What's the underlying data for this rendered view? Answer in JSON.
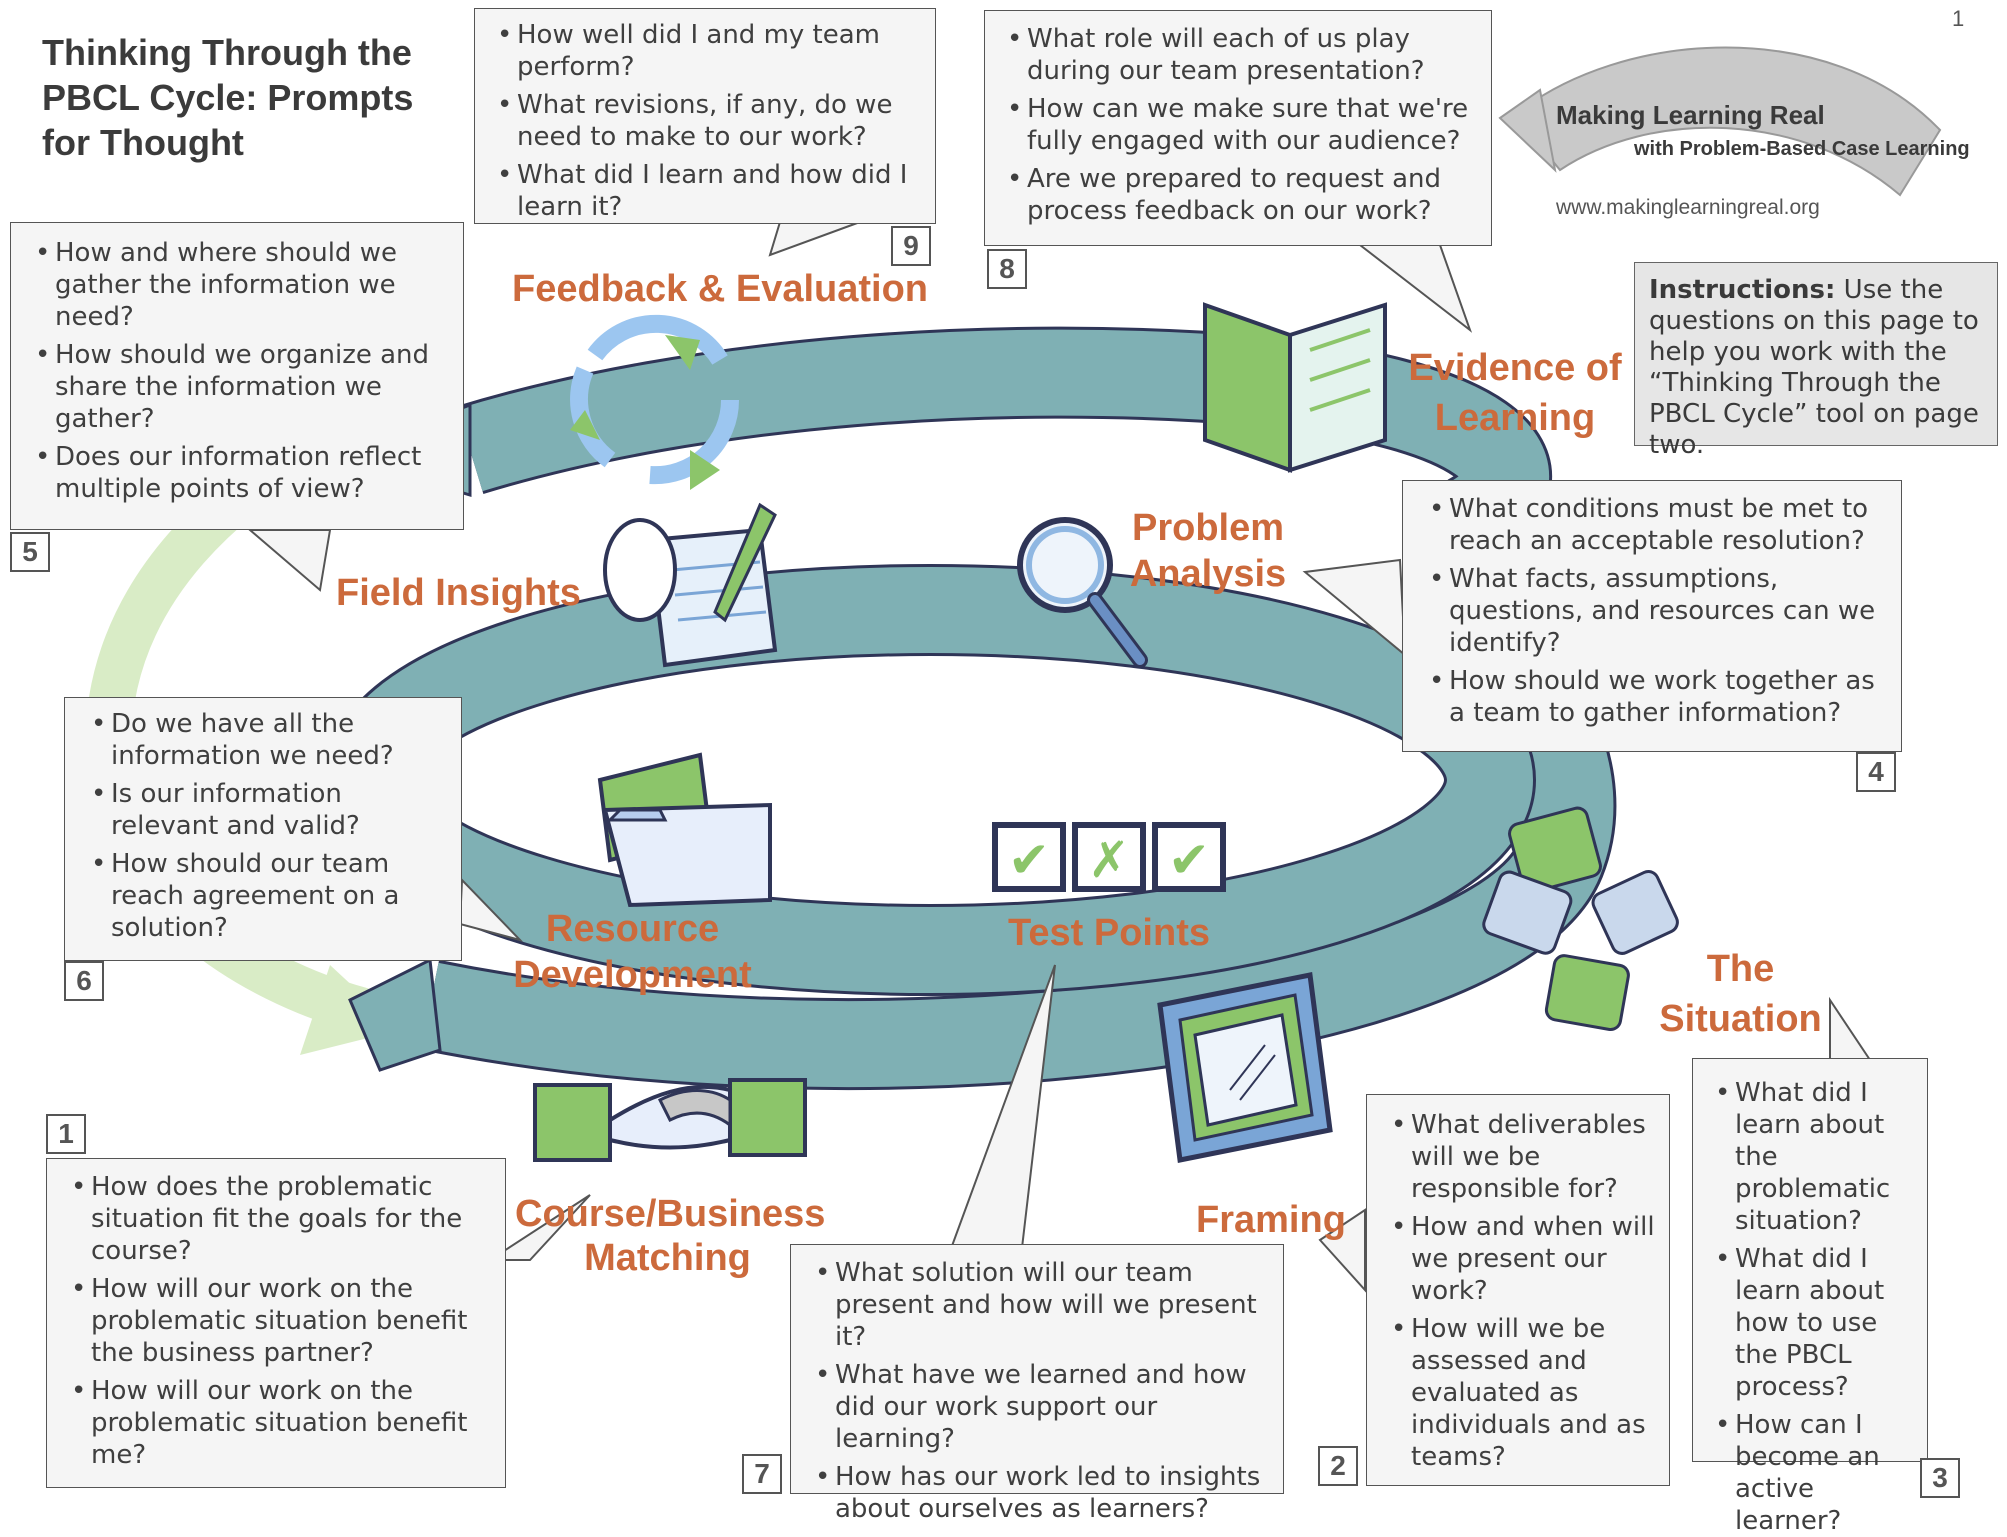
{
  "title": "Thinking Through the PBCL Cycle: Prompts for Thought",
  "page_number": "1",
  "brand": {
    "line1": "Making Learning Real",
    "line2": "with Problem-Based Case Learning",
    "url": "www.makinglearningreal.org"
  },
  "instructions": {
    "label": "Instructions:",
    "text": " Use the questions on this page to help you work with the “Thinking Through the PBCL Cycle” tool on page two."
  },
  "stages": {
    "situation": "The Situation",
    "framing": "Framing",
    "problem_analysis": "Problem Analysis",
    "evidence": "Evidence of Learning",
    "feedback": "Feedback & Evaluation",
    "field": "Field Insights",
    "resource": "Resource Development",
    "test": "Test Points",
    "course": "Course/Business Matching"
  },
  "boxes": [
    {
      "id": "1",
      "questions": [
        "How does the problematic situation fit the goals for the course?",
        "How will our work on the problematic situation benefit the business partner?",
        "How will our work on the problematic situation benefit me?"
      ]
    },
    {
      "id": "2",
      "questions": [
        "What deliverables will we be responsible for?",
        "How and when will we present  our work?",
        "How will we be assessed and evaluated as individuals and as teams?"
      ]
    },
    {
      "id": "3",
      "questions": [
        "What did I learn about  the  problematic situation?",
        "What did I learn about how to use the PBCL  process?",
        "How can I become an active  learner?"
      ]
    },
    {
      "id": "4",
      "questions": [
        "What conditions must be met to reach an acceptable resolution?",
        "What facts, assumptions, questions, and resources can we identify?",
        "How should we work together as a team to gather information?"
      ]
    },
    {
      "id": "5",
      "questions": [
        "How and where should we gather the information we need?",
        "How should we organize and share the information we gather?",
        "Does our information reflect multiple points of view?"
      ]
    },
    {
      "id": "6",
      "questions": [
        "Do we have all the information we need?",
        "Is our information relevant and valid?",
        "How should our team reach agreement on a solution?"
      ]
    },
    {
      "id": "7",
      "questions": [
        "What solution will our team present and how will we present it?",
        "What have we learned and how did our work support our learning?",
        "How has our work led to insights about ourselves as learners?"
      ]
    },
    {
      "id": "8",
      "questions": [
        "What role will each of us play during our team presentation?",
        "How can we make sure that we're fully engaged with our audience?",
        "Are we prepared to request and process feedback on our work?"
      ]
    },
    {
      "id": "9",
      "questions": [
        "How well did I and my team perform?",
        "What revisions, if any, do we need to make to our work?",
        "What did I learn and how did I  learn it?"
      ]
    }
  ],
  "test_marks": [
    "✔",
    "✗",
    "✔"
  ],
  "colors": {
    "accent": "#cc6a3c",
    "spiral": "#7fb0b4",
    "spiral_outline": "#2f3557",
    "arrow_green": "#cfe6b8",
    "icon_green": "#8cc56a"
  }
}
